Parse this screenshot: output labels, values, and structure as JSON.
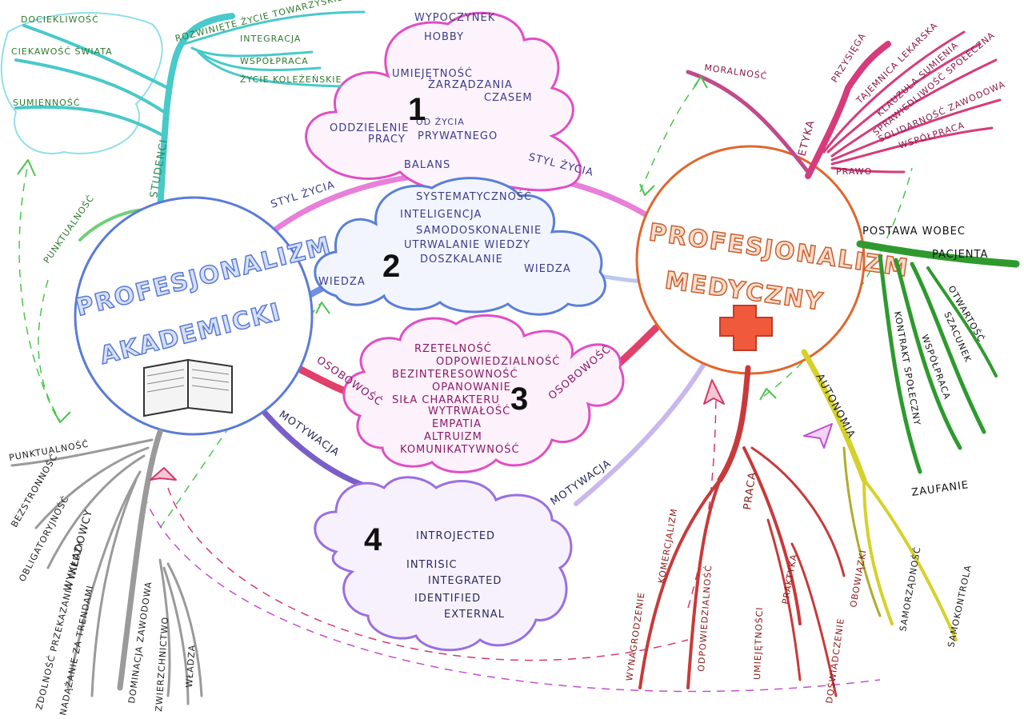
{
  "centers": {
    "academic": {
      "line1": "PROFESJONALIZM",
      "line2": "AKADEMICKI"
    },
    "medical": {
      "line1": "PROFESJONALIZM",
      "line2": "MEDYCZNY"
    }
  },
  "numbers": {
    "n1": "1",
    "n2": "2",
    "n3": "3",
    "n4": "4"
  },
  "cloud1": {
    "items": [
      "WYPOCZYNEK",
      "HOBBY",
      "UMIEJĘTNOŚĆ",
      "ZARZĄDZANIA",
      "CZASEM",
      "ODDZIELENIE",
      "OD ŻYCIA",
      "PRACY",
      "PRYWATNEGO",
      "BALANS"
    ],
    "branch_left": "STYL ŻYCIA",
    "branch_right": "STYL ŻYCIA"
  },
  "cloud2": {
    "items": [
      "SYSTEMATYCZNOŚĆ",
      "INTELIGENCJA",
      "SAMODOSKONALENIE",
      "UTRWALANIE WIEDZY",
      "DOSZKALANIE"
    ],
    "branch_left": "WIEDZA",
    "branch_right": "WIEDZA"
  },
  "cloud3": {
    "items": [
      "RZETELNOŚĆ",
      "ODPOWIEDZIALNOŚĆ",
      "BEZINTERESOWNOŚĆ",
      "OPANOWANIE",
      "SIŁA CHARAKTERU",
      "WYTRWAŁOŚĆ",
      "EMPATIA",
      "ALTRUIZM",
      "KOMUNIKATYWNOŚĆ"
    ],
    "branch_left": "OSOBOWOŚĆ",
    "branch_right": "OSOBOWOŚĆ"
  },
  "cloud4": {
    "items": [
      "INTROJECTED",
      "INTRISIC",
      "INTEGRATED",
      "IDENTIFIED",
      "EXTERNAL"
    ],
    "branch_left": "MOTYWACJA",
    "branch_right": "MOTYWACJA"
  },
  "studenci": {
    "label": "STUDENCI",
    "items": [
      "DOCIEKLIWOŚĆ",
      "CIEKAWOŚĆ ŚWIATA",
      "SUMIENNOŚĆ",
      "ROZWINIĘTE ŻYCIE TOWARZYSKIE",
      "INTEGRACJA",
      "WSPÓŁPRACA",
      "ŻYCIE KOLEŻEŃSKIE"
    ],
    "punktualnosc": "PUNKTUALNOŚĆ"
  },
  "wykladowcy": {
    "label": "WYKŁADOWCY",
    "items": [
      "PUNKTUALNOŚĆ",
      "BEZSTRONNOŚĆ",
      "OBLIGATORYJNOŚĆ",
      "ZDOLNOŚĆ PRZEKAZANIA WIEDZY",
      "NADĄŻANIE ZA TRENDAMI",
      "DOMINACJA ZAWODOWA",
      "ZWIERZCHNICTWO",
      "WŁADZA"
    ]
  },
  "etyka": {
    "label": "ETYKA",
    "items": [
      "MORALNOŚĆ",
      "PRZYSIĘGA",
      "TAJEMNICA LEKARSKA",
      "KLAUZULA SUMIENIA",
      "SPRAWIEDLIWOŚĆ SPOŁECZNA",
      "SOLIDARNOŚĆ ZAWODOWA",
      "WSPÓŁPRACA",
      "PRAWO"
    ]
  },
  "postawa": {
    "label_line1": "POSTAWA WOBEC",
    "label_line2": "PACJENTA",
    "items": [
      "KONTRAKT SPOŁECZNY",
      "SZACUNEK",
      "WSPÓŁPRACA",
      "OTWARTOŚĆ",
      "ZAUFANIE"
    ]
  },
  "autonomia": {
    "label": "AUTONOMIA",
    "items": [
      "SAMORZĄDNOŚĆ",
      "SAMOKONTROLA"
    ]
  },
  "praca": {
    "label": "PRACA",
    "items": [
      "WYNAGRODZENIE",
      "KOMERCJALIZM",
      "ODPOWIEDZIALNOŚĆ",
      "UMIEJĘTNOŚCI",
      "PRAKTYKA",
      "DOŚWIADCZENIE",
      "OBOWIĄZKI"
    ]
  },
  "colors": {
    "academic": "#5b7bd5",
    "medical": "#e0662e",
    "pink": "#e04fc4",
    "blue": "#5a7fd6",
    "violet": "#9a6fe0",
    "cyan": "#49c9c9",
    "green": "#2e9a2e",
    "gray": "#8a8a8a",
    "red": "#c83a3a",
    "yellow": "#d6d12a"
  }
}
